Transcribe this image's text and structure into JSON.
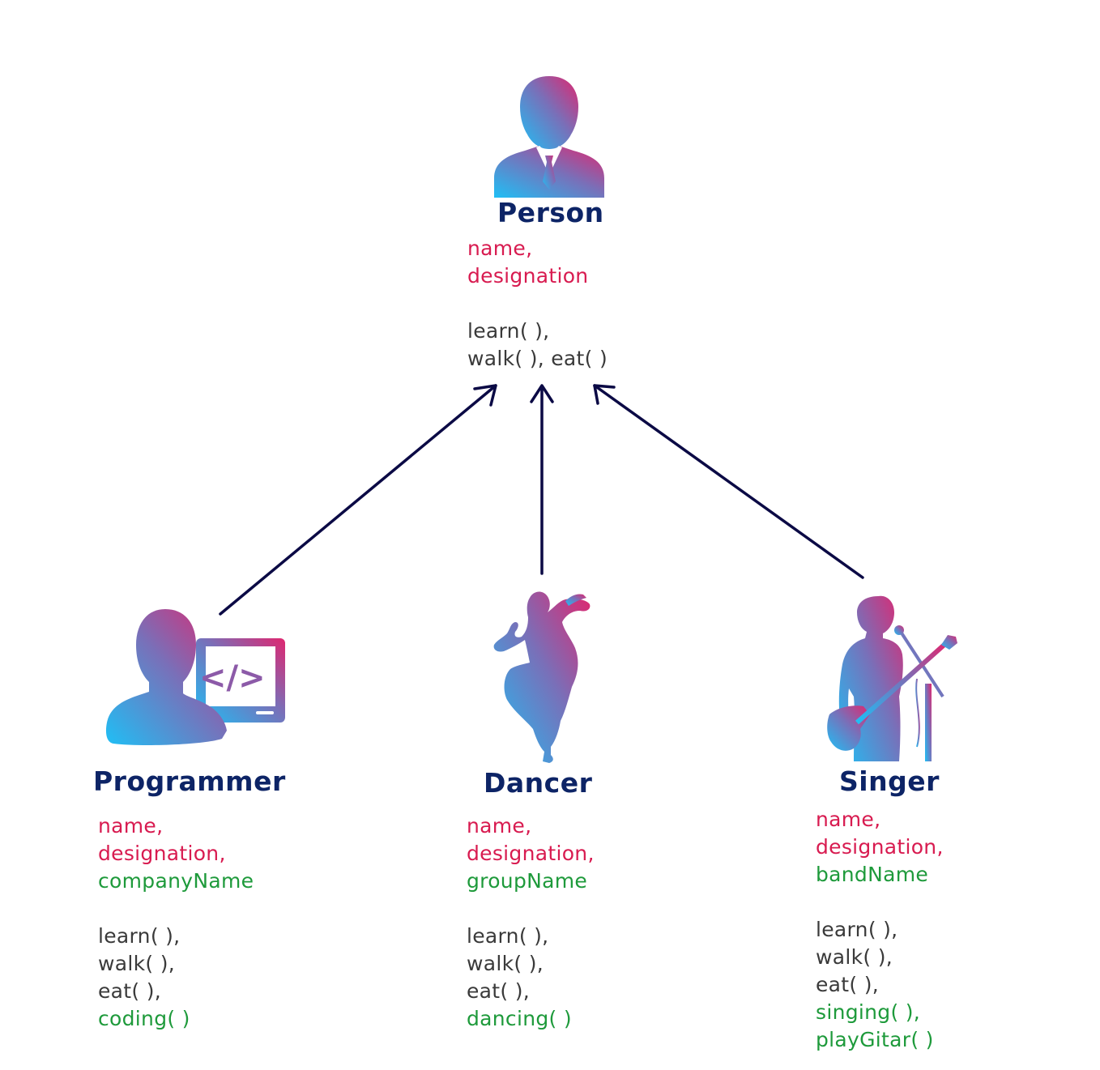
{
  "person": {
    "title": "Person",
    "attributes": [
      "name,",
      "designation"
    ],
    "methods": [
      "learn( ),",
      "walk( ), eat( )"
    ],
    "icon": "businessman-icon"
  },
  "children": [
    {
      "title": "Programmer",
      "attributes": [
        "name,",
        "designation,"
      ],
      "extra_attribute": "companyName",
      "methods": [
        "learn( ),",
        "walk( ),",
        "eat( ),"
      ],
      "extra_methods": [
        "coding( )"
      ],
      "icon": "programmer-icon"
    },
    {
      "title": "Dancer",
      "attributes": [
        "name,",
        "designation,"
      ],
      "extra_attribute": "groupName",
      "methods": [
        "learn( ),",
        "walk( ),",
        "eat( ),"
      ],
      "extra_methods": [
        "dancing( )"
      ],
      "icon": "dancer-icon"
    },
    {
      "title": "Singer",
      "attributes": [
        "name,",
        "designation,"
      ],
      "extra_attribute": "bandName",
      "methods": [
        "learn( ),",
        "walk( ),",
        "eat( ),"
      ],
      "extra_methods": [
        "singing( ),",
        "playGitar( )"
      ],
      "icon": "singer-guitarist-icon"
    }
  ],
  "colors": {
    "title": "#0d2466",
    "inherited_attribute": "#d81b50",
    "own_member": "#1e9a3b",
    "method": "#3a3a3a",
    "arrow": "#0b0a45",
    "icon_gradient_start": "#1fbff5",
    "icon_gradient_end": "#e0266f"
  }
}
